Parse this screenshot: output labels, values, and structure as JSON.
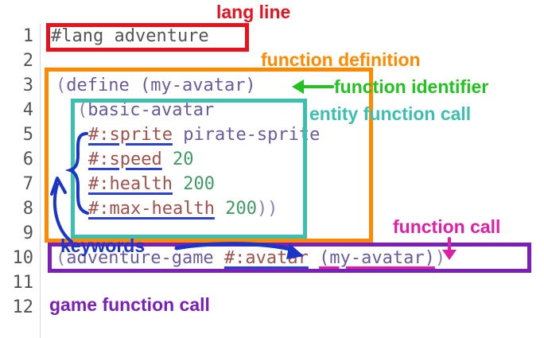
{
  "line_numbers": [
    "1",
    "2",
    "3",
    "4",
    "5",
    "6",
    "7",
    "8",
    "9",
    "10",
    "11",
    "12"
  ],
  "code": {
    "line1": "#lang adventure",
    "line3_open": "(",
    "line3_define": "define",
    "line3_space": " ",
    "line3_ident": "(my-avatar)",
    "line4_open": "(",
    "line4_fn": "basic-avatar",
    "line5_kw": "#:sprite",
    "line5_val": " pirate-sprite",
    "line6_kw": "#:speed",
    "line6_val": " 20",
    "line7_kw": "#:health",
    "line7_val": " 200",
    "line8_kw": "#:max-health",
    "line8_val": " 200",
    "line8_close": "))",
    "line10_open": "(",
    "line10_fn": "adventure-game ",
    "line10_kw": "#:avatar",
    "line10_space": " ",
    "line10_call": "(my-avatar)",
    "line10_close": ")"
  },
  "labels": {
    "lang_line": "lang line",
    "function_definition": "function definition",
    "function_identifier": "function identifier",
    "entity_function_call": "entity function call",
    "function_call": "function call",
    "keywords": "keywords",
    "game_function_call": "game function call"
  },
  "colors": {
    "lang_box": "#e8121f",
    "def_box": "#ff8a00",
    "entity_box": "#3bbfae",
    "game_box": "#7a1fb8",
    "identifier": "#22c21f",
    "keyword_arrow": "#1936c9",
    "call": "#e01fa8"
  }
}
